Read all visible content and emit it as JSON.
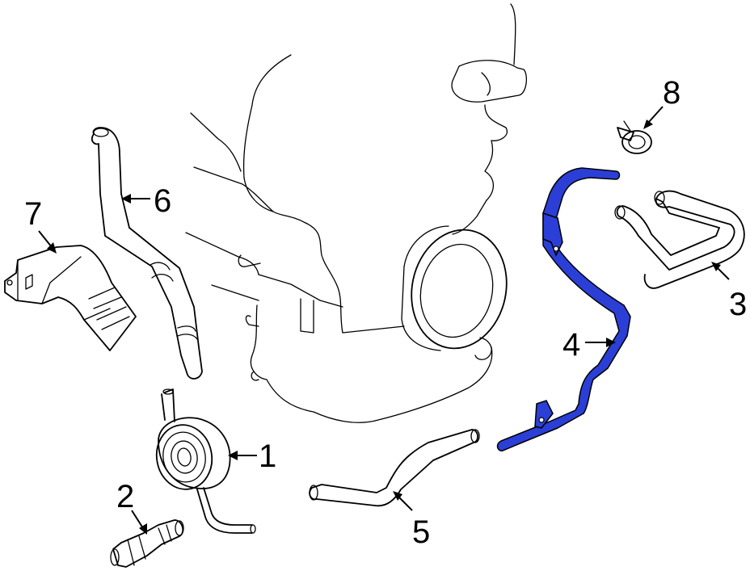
{
  "parts": [
    {
      "id": "1",
      "label": "1",
      "name": "oil-cooler"
    },
    {
      "id": "2",
      "label": "2",
      "name": "connector-fitting"
    },
    {
      "id": "3",
      "label": "3",
      "name": "hose"
    },
    {
      "id": "4",
      "label": "4",
      "name": "pipe",
      "highlighted": true
    },
    {
      "id": "5",
      "label": "5",
      "name": "hose"
    },
    {
      "id": "6",
      "label": "6",
      "name": "hose"
    },
    {
      "id": "7",
      "label": "7",
      "name": "heat-shield"
    },
    {
      "id": "8",
      "label": "8",
      "name": "clamp"
    }
  ],
  "colors": {
    "line": "#000000",
    "highlight": "#2b3fd6",
    "background": "#ffffff"
  }
}
